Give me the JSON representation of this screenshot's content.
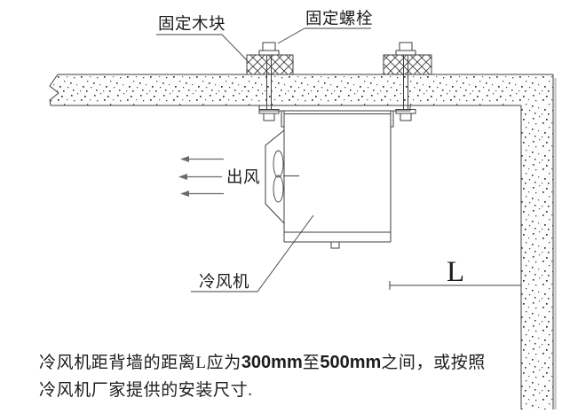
{
  "diagram": {
    "labels": {
      "fixing_block": "固定木块",
      "fixing_bolt": "固定螺栓",
      "air_out": "出风",
      "air_cooler": "冷风机",
      "distance": "L"
    },
    "caption": {
      "line1_prefix": "冷风机距背墙的距离L应为",
      "line1_value1": "300mm",
      "line1_mid": "至",
      "line1_value2": "500mm",
      "line1_suffix": "之间，或按照",
      "line2": "冷风机厂家提供的安装尺寸."
    },
    "distance_spec": {
      "symbol": "L",
      "min": "300mm",
      "max": "500mm"
    },
    "colors": {
      "line": "#3f3f3f",
      "text": "#1c1c1c",
      "arrow": "#6b6b6b",
      "background": "#ffffff",
      "shadow": "#c9c9c9"
    }
  }
}
